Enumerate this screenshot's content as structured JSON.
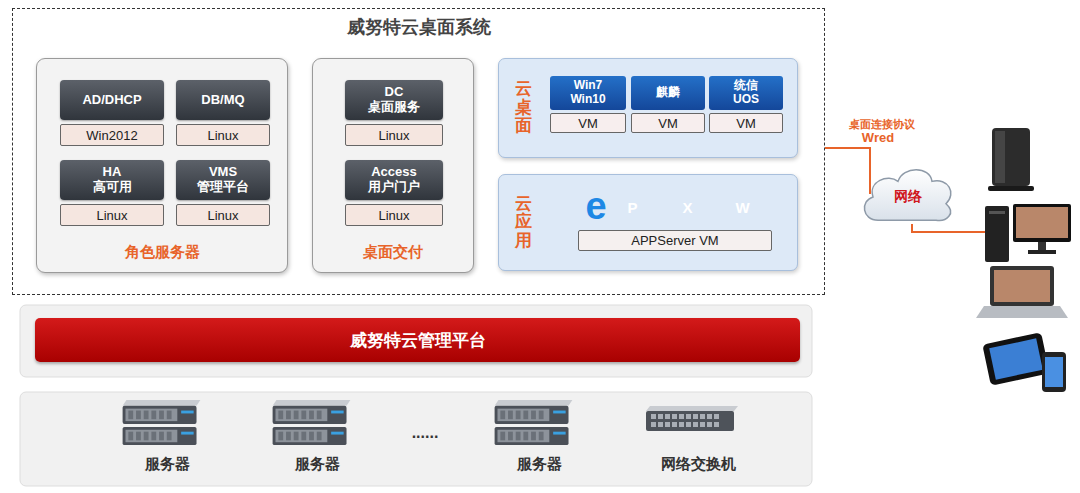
{
  "diagram": {
    "title": "威努特云桌面系统",
    "nodes": [
      {
        "text": [
          "威努特云桌面系统"
        ]
      },
      {
        "text": [
          "角色服务器"
        ],
        "in": 0
      },
      {
        "text": [
          "AD/DHCP",
          "Win2012"
        ],
        "in": 1
      },
      {
        "text": [
          "DB/MQ",
          "Linux"
        ],
        "in": 1
      },
      {
        "text": [
          "HA 高可用",
          "Linux"
        ],
        "in": 1
      },
      {
        "text": [
          "VMS 管理平台",
          "Linux"
        ],
        "in": 1
      },
      {
        "text": [
          "桌面交付"
        ],
        "in": 0
      },
      {
        "text": [
          "DC 桌面服务",
          "Linux"
        ],
        "in": 6
      },
      {
        "text": [
          "Access 用户门户",
          "Linux"
        ],
        "in": 6
      },
      {
        "text": [
          "云桌面"
        ],
        "in": 0
      },
      {
        "text": [
          "Win7 Win10",
          "VM"
        ],
        "in": 9
      },
      {
        "text": [
          "麒麟",
          "VM"
        ],
        "in": 9
      },
      {
        "text": [
          "统信 UOS",
          "VM"
        ],
        "in": 9
      },
      {
        "text": [
          "云应用"
        ],
        "in": 0
      },
      {
        "text": [
          "APPServer VM"
        ],
        "in": 13
      },
      {
        "text": [
          "威努特云管理平台"
        ]
      },
      {
        "text": [
          "服务器"
        ]
      },
      {
        "text": [
          "服务器"
        ]
      },
      {
        "text": [
          "服务器"
        ]
      },
      {
        "text": [
          "网络交换机"
        ]
      },
      {
        "text": [
          "网络"
        ]
      }
    ],
    "edges": [
      {
        "from": 0,
        "to": 20,
        "arrow": "none",
        "label": "桌面连接协议"
      }
    ],
    "labels": [
      "Wred",
      "e",
      "P",
      "X",
      "W",
      "......"
    ]
  }
}
